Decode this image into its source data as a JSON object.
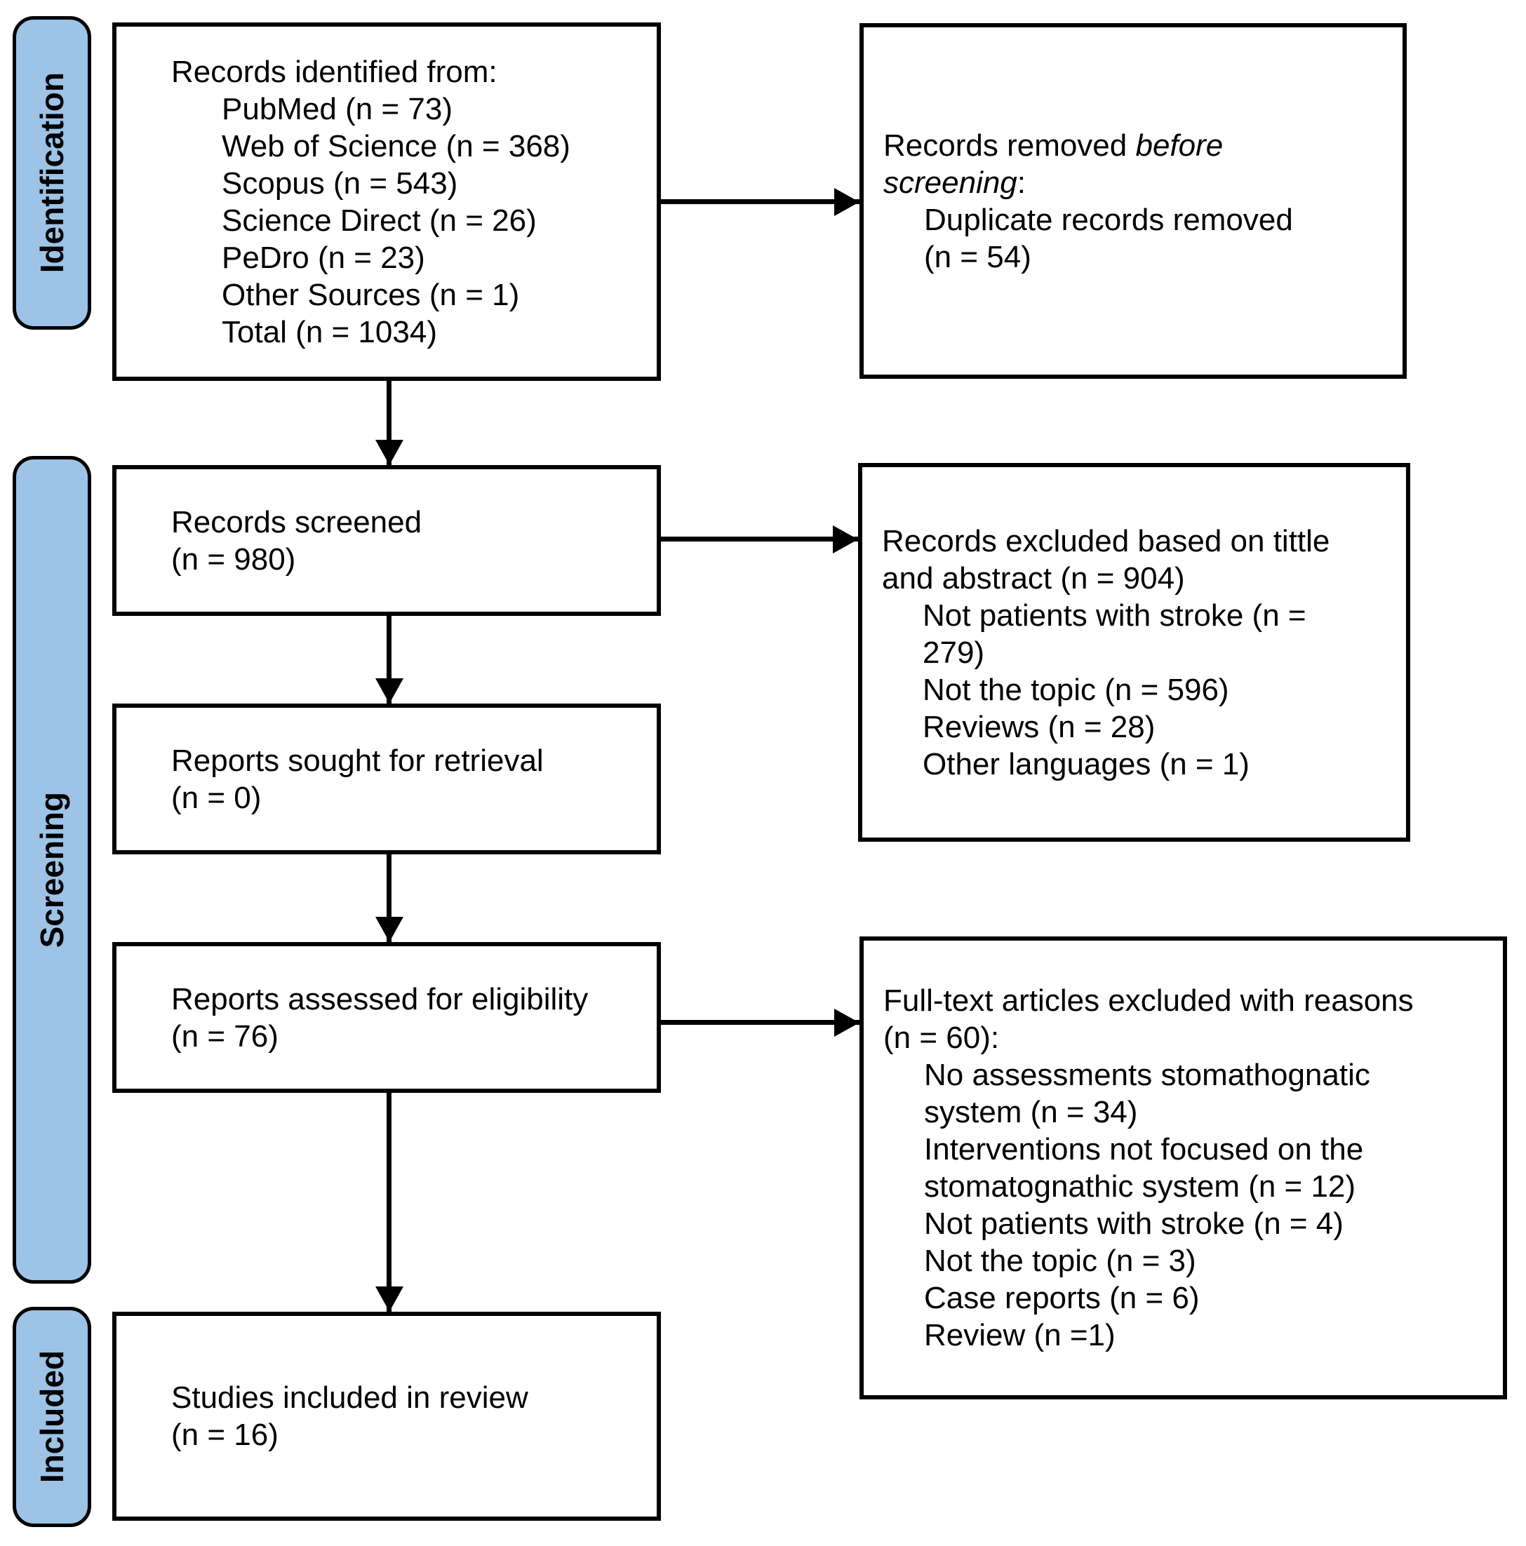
{
  "stages": [
    {
      "label": "Identification"
    },
    {
      "label": "Screening"
    },
    {
      "label": "Included"
    }
  ],
  "boxes": {
    "identified": {
      "title": "Records identified from:",
      "items": [
        "PubMed (n = 73)",
        "Web of Science (n = 368)",
        "Scopus (n = 543)",
        "Science Direct (n = 26)",
        "PeDro (n = 23)",
        "Other Sources (n = 1)",
        "Total (n = 1034)"
      ]
    },
    "removed": {
      "title_prefix": "Records removed ",
      "title_italic": "before screening",
      "title_suffix": ":",
      "items": [
        "Duplicate records removed (n = 54)"
      ]
    },
    "screened": {
      "title": "Records screened",
      "count": "(n = 980)"
    },
    "excluded": {
      "title": "Records excluded based on tittle and abstract (n = 904)",
      "items": [
        "Not patients with stroke (n = 279)",
        "Not the topic (n = 596)",
        "Reviews (n = 28)",
        "Other languages (n = 1)"
      ]
    },
    "sought": {
      "title": "Reports sought for retrieval",
      "count": "(n = 0)"
    },
    "assessed": {
      "title": "Reports assessed for eligibility",
      "count": "(n = 76)"
    },
    "fulltext": {
      "title": "Full-text articles excluded with reasons (n = 60):",
      "items": [
        "No assessments stomathognatic system (n = 34)",
        "Interventions not focused on the stomatognathic system (n = 12)",
        "Not patients with stroke (n = 4)",
        "Not the topic (n = 3)",
        "Case reports (n = 6)",
        "Review (n =1)"
      ]
    },
    "included": {
      "title": "Studies included in review",
      "count": "(n = 16)"
    }
  },
  "colors": {
    "stage_fill": "#9DC3E6",
    "border": "#000000",
    "text": "#000000",
    "background": "#FFFFFF"
  }
}
